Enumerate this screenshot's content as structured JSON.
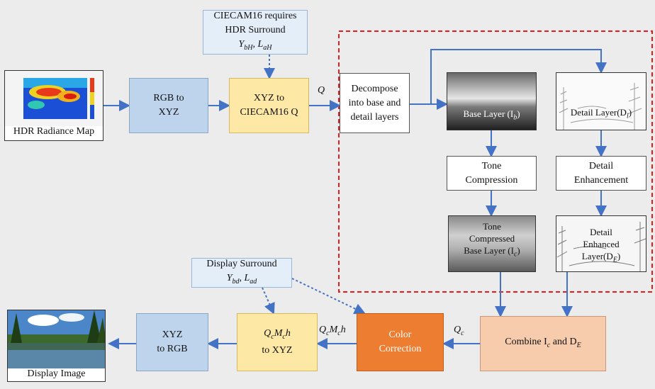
{
  "inputs": {
    "hdr_map_caption": "HDR Radiance Map"
  },
  "blocks": {
    "rgb_to_xyz": [
      "RGB to",
      "XYZ"
    ],
    "xyz_to_ciecam": [
      "XYZ to",
      "CIECAM16 Q"
    ],
    "decompose": [
      "Decompose",
      "into base and",
      "detail layers"
    ],
    "base_layer": "Base Layer (I",
    "base_layer_sub": "b",
    "detail_layer": "Detail Layer(D",
    "detail_layer_sub": "i",
    "tone_compression": [
      "Tone",
      "Compression"
    ],
    "detail_enhancement": [
      "Detail",
      "Enhancement"
    ],
    "tone_compressed": [
      "Tone",
      "Compressed",
      "Base Layer (I"
    ],
    "tone_compressed_sub": "c",
    "detail_enhanced": [
      "Detail",
      "Enhanced",
      "Layer(D"
    ],
    "detail_enhanced_sub": "E",
    "combine": "Combine I",
    "combine_sub1": "c",
    "combine_mid": " and D",
    "combine_sub2": "E",
    "color_correction": [
      "Color",
      "Correction"
    ],
    "qcmch_to_xyz": [
      "Q",
      "c",
      "M",
      "c",
      "h",
      "to XYZ"
    ],
    "xyz_to_rgb": [
      "XYZ",
      "to RGB"
    ]
  },
  "notes": {
    "ciecam_surround": [
      "CIECAM16 requires",
      "HDR Surround"
    ],
    "ciecam_vars": [
      "Y",
      "bH",
      ", L",
      "aH"
    ],
    "display_surround": "Display Surround",
    "display_vars": [
      "Y",
      "bd",
      ", L",
      "ad"
    ]
  },
  "edge_labels": {
    "q": "Q",
    "qc": [
      "Q",
      "c"
    ],
    "qcmch": [
      "Q",
      "c",
      "M",
      "c",
      "h"
    ]
  },
  "outputs": {
    "display_image_caption": "Display Image"
  },
  "colors": {
    "arrow": "#4472c4",
    "dashed_region": "#e02020",
    "dotted_arrow": "#4472c4"
  }
}
